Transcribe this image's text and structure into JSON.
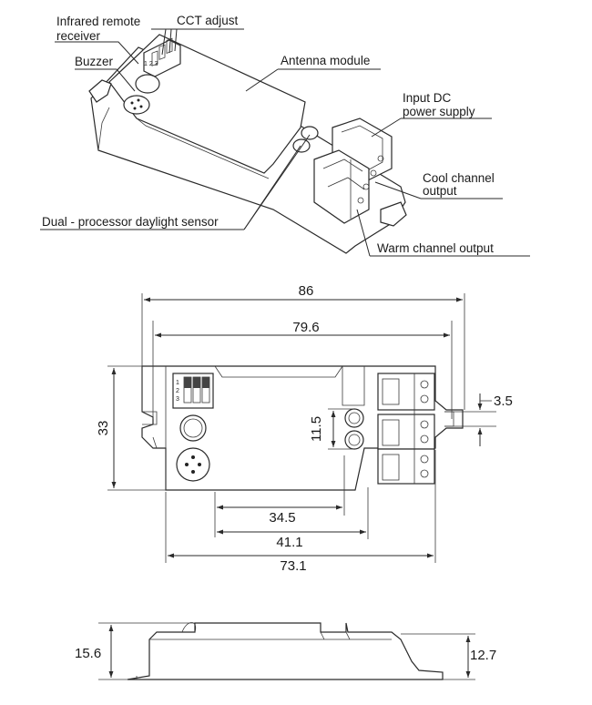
{
  "labels": {
    "infrared_line1": "Infrared remote",
    "infrared_line2": "receiver",
    "cct": "CCT adjust",
    "buzzer": "Buzzer",
    "antenna": "Antenna module",
    "input_line1": "Input DC",
    "input_line2": "power supply",
    "cool_line1": "Cool channel",
    "cool_line2": "output",
    "warm": "Warm channel output",
    "daylight": "Dual - processor daylight sensor"
  },
  "dip_numbers": [
    "1",
    "2",
    "3"
  ],
  "dimensions": {
    "overall_length": "86",
    "hole_spacing": "79.6",
    "height": "33",
    "sensor_spacing": "11.5",
    "hole_dia": "3.5",
    "sensor_offset": "34.5",
    "terminal_offset": "41.1",
    "body_length": "73.1",
    "side_height_left": "15.6",
    "side_height_right": "12.7"
  }
}
